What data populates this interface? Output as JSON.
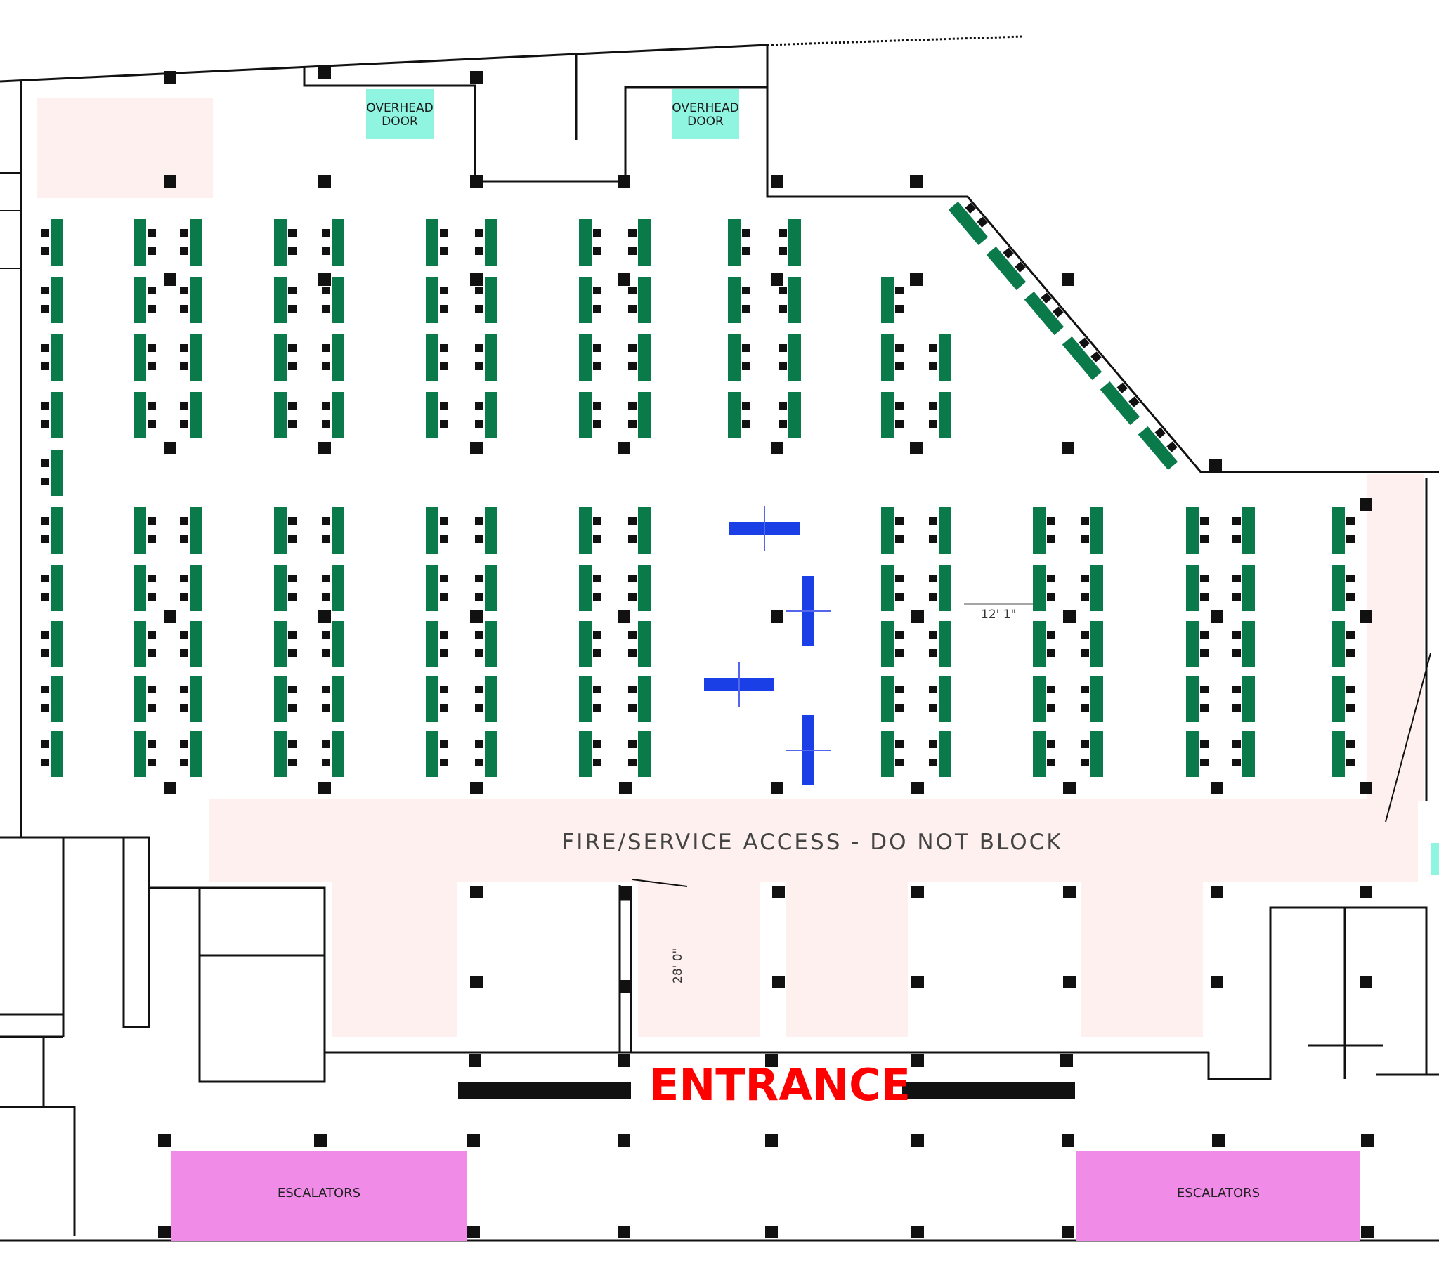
{
  "labels": {
    "overhead_door_line1": "OVERHEAD",
    "overhead_door_line2": "DOOR",
    "fire_access": "FIRE/SERVICE ACCESS - DO NOT BLOCK",
    "entrance": "ENTRANCE",
    "escalators": "ESCALATORS",
    "dimension_width": "12' 1\"",
    "dimension_depth": "28' 0\""
  },
  "colors": {
    "table_green": "#0a7a4a",
    "chair_black": "#111111",
    "blue_fixture": "#1a3fe6",
    "overhead_door_fill": "#8ff5e0",
    "restricted_zone_fill": "#fdf0ee",
    "escalator_fill": "#f08ce8",
    "entrance_text": "#ff0000",
    "column_black": "#111111"
  }
}
